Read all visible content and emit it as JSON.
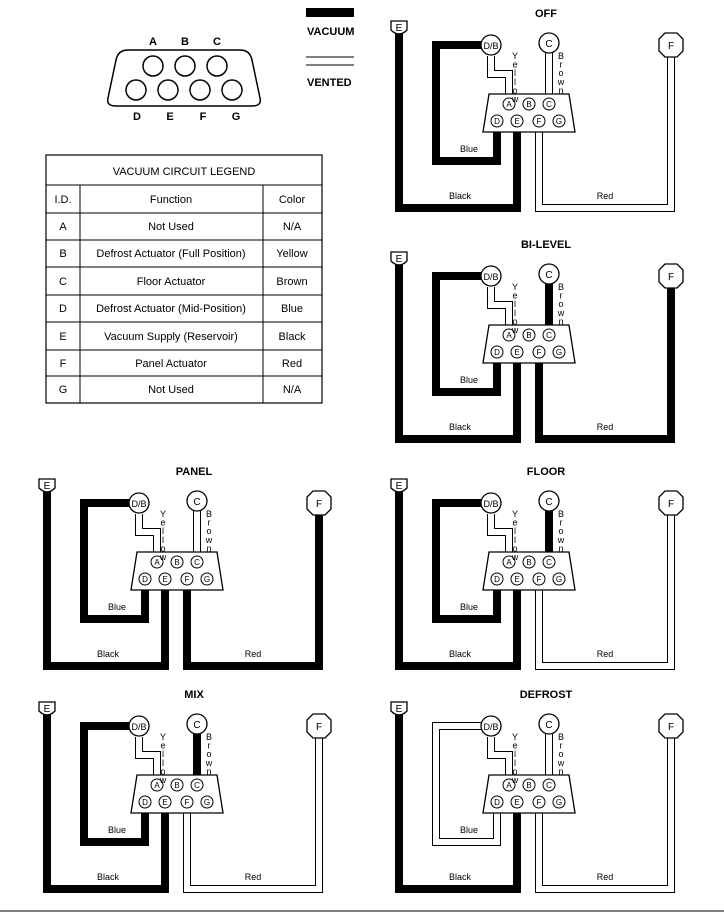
{
  "connector": {
    "top_pins": [
      "A",
      "B",
      "C"
    ],
    "bottom_pins": [
      "D",
      "E",
      "F",
      "G"
    ]
  },
  "key": {
    "vacuum_label": "VACUUM",
    "vented_label": "VENTED"
  },
  "legend": {
    "title": "VACUUM CIRCUIT LEGEND",
    "headers": [
      "I.D.",
      "Function",
      "Color"
    ],
    "rows": [
      {
        "id": "A",
        "function": "Not Used",
        "color": "N/A"
      },
      {
        "id": "B",
        "function": "Defrost Actuator (Full Position)",
        "color": "Yellow"
      },
      {
        "id": "C",
        "function": "Floor Actuator",
        "color": "Brown"
      },
      {
        "id": "D",
        "function": "Defrost Actuator (Mid-Position)",
        "color": "Blue"
      },
      {
        "id": "E",
        "function": "Vacuum Supply (Reservoir)",
        "color": "Black"
      },
      {
        "id": "F",
        "function": "Panel Actuator",
        "color": "Red"
      },
      {
        "id": "G",
        "function": "Not Used",
        "color": "N/A"
      }
    ]
  },
  "labels": {
    "E": "E",
    "DB": "D/B",
    "C": "C",
    "F": "F",
    "yellow": "Yellow",
    "brown": "Brown",
    "blue": "Blue",
    "black": "Black",
    "red": "Red",
    "pins": [
      "A",
      "B",
      "C",
      "D",
      "E",
      "F",
      "G"
    ]
  },
  "modes": [
    {
      "name": "OFF",
      "black": "vacuum",
      "blue": "vacuum",
      "yellow": "vented",
      "brown": "vented",
      "red": "vented"
    },
    {
      "name": "BI-LEVEL",
      "black": "vacuum",
      "blue": "vacuum",
      "yellow": "vented",
      "brown": "vacuum",
      "red": "vacuum"
    },
    {
      "name": "PANEL",
      "black": "vacuum",
      "blue": "vacuum",
      "yellow": "vented",
      "brown": "vented",
      "red": "vacuum"
    },
    {
      "name": "FLOOR",
      "black": "vacuum",
      "blue": "vacuum",
      "yellow": "vented",
      "brown": "vacuum",
      "red": "vented"
    },
    {
      "name": "MIX",
      "black": "vacuum",
      "blue": "vacuum",
      "yellow": "vented",
      "brown": "vacuum",
      "red": "vented"
    },
    {
      "name": "DEFROST",
      "black": "vacuum",
      "blue": "vented",
      "yellow": "vented",
      "brown": "vented",
      "red": "vented"
    }
  ]
}
